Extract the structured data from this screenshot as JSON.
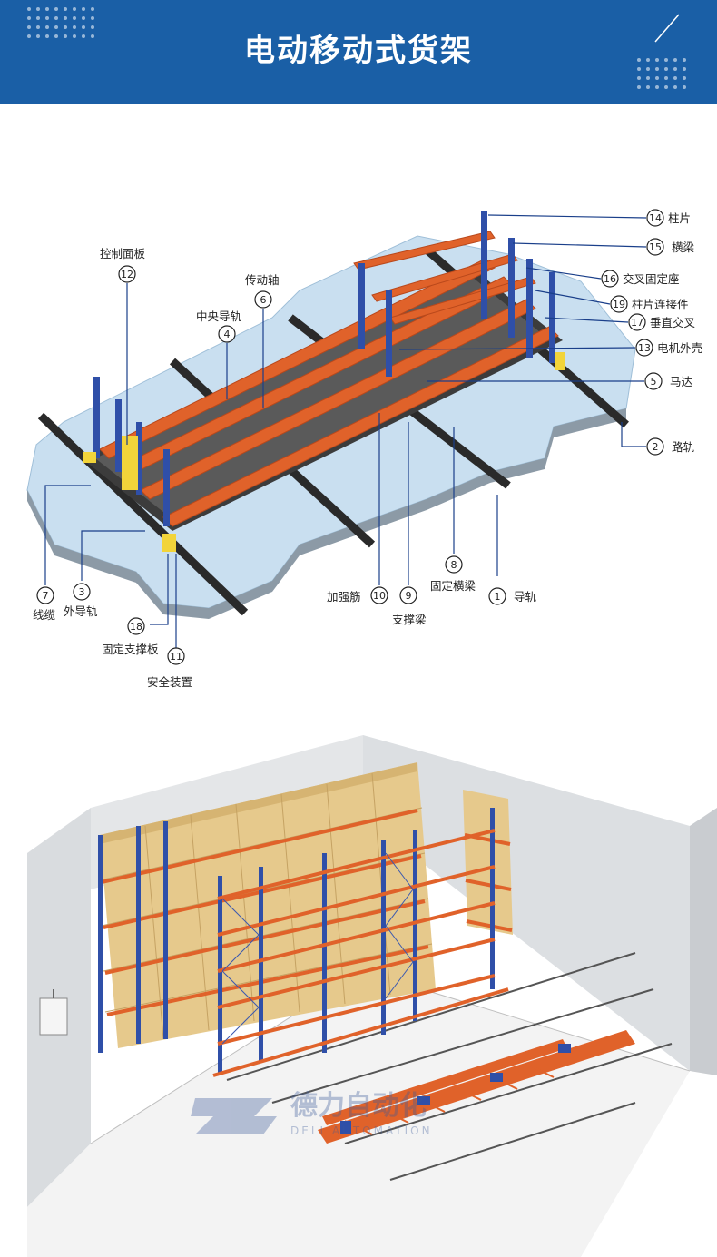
{
  "header": {
    "title": "电动移动式货架",
    "bg_color": "#1a5fa6"
  },
  "parts": [
    {
      "id": "p1",
      "num": "1",
      "label": "导轨"
    },
    {
      "id": "p2",
      "num": "2",
      "label": "路轨"
    },
    {
      "id": "p3",
      "num": "3",
      "label": "外导轨"
    },
    {
      "id": "p4",
      "num": "4",
      "label": "中央导轨"
    },
    {
      "id": "p5",
      "num": "5",
      "label": "马达"
    },
    {
      "id": "p6",
      "num": "6",
      "label": "传动轴"
    },
    {
      "id": "p7",
      "num": "7",
      "label": "线缆"
    },
    {
      "id": "p8",
      "num": "8",
      "label": "固定横梁"
    },
    {
      "id": "p9",
      "num": "9",
      "label": "支撑梁"
    },
    {
      "id": "p10",
      "num": "10",
      "label": "加强筋"
    },
    {
      "id": "p11",
      "num": "11",
      "label": "安全装置"
    },
    {
      "id": "p12",
      "num": "12",
      "label": "控制面板"
    },
    {
      "id": "p13",
      "num": "13",
      "label": "电机外壳"
    },
    {
      "id": "p14",
      "num": "14",
      "label": "柱片"
    },
    {
      "id": "p15",
      "num": "15",
      "label": "横梁"
    },
    {
      "id": "p16",
      "num": "16",
      "label": "交叉固定座"
    },
    {
      "id": "p17",
      "num": "17",
      "label": "垂直交叉"
    },
    {
      "id": "p18",
      "num": "18",
      "label": "固定支撑板"
    },
    {
      "id": "p19",
      "num": "19",
      "label": "柱片连接件"
    }
  ],
  "watermark": {
    "brand": "德力自动化",
    "latin": "DELI AUTOMATION"
  },
  "colors": {
    "upright": "#2f4fa8",
    "beam": "#e0622a",
    "base_frame": "#3a3a3a",
    "floor": "#c9dff0",
    "carton": "#e6c98c",
    "leader": "#1a3f8a"
  }
}
